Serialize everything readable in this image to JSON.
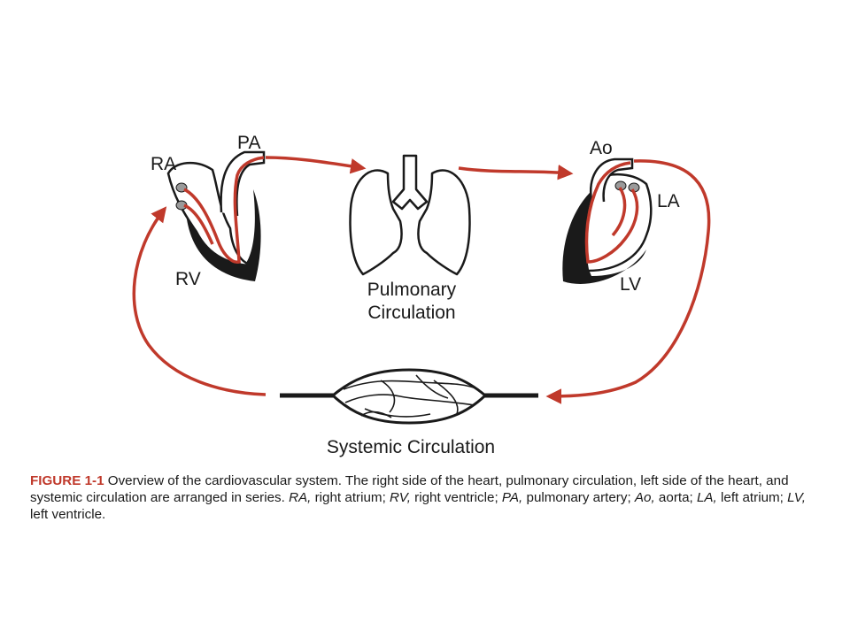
{
  "labels": {
    "ra": "RA",
    "pa": "PA",
    "rv": "RV",
    "ao": "Ao",
    "la": "LA",
    "lv": "LV",
    "pulmonary_line1": "Pulmonary",
    "pulmonary_line2": "Circulation",
    "systemic": "Systemic Circulation"
  },
  "caption": {
    "figure_label": "FIGURE 1-1",
    "p1": " Overview of the cardiovascular system. The right side of the heart, pulmonary circulation, left side of the heart, and systemic circulation are arranged in series. ",
    "ra_abbr": "RA,",
    "ra_def": " right atrium; ",
    "rv_abbr": "RV,",
    "rv_def": " right ventricle; ",
    "pa_abbr": "PA,",
    "pa_def": " pulmonary artery; ",
    "ao_abbr": "Ao,",
    "ao_def": " aorta; ",
    "la_abbr": "LA,",
    "la_def": " left atrium; ",
    "lv_abbr": "LV,",
    "lv_def": " left ventricle."
  },
  "colors": {
    "flow_red": "#c0392b",
    "outline": "#1a1a1a"
  }
}
